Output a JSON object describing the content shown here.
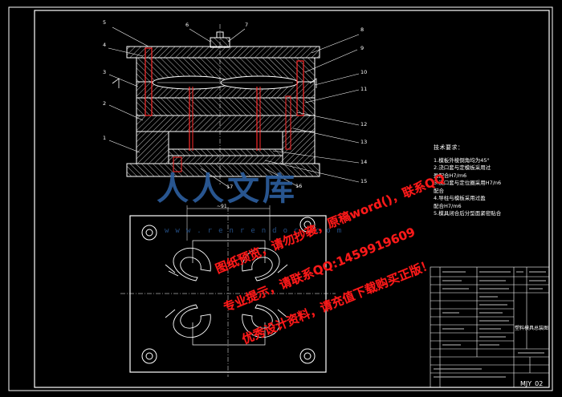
{
  "drawing": {
    "drawing_number": "MJY_02",
    "title_block_name": "塑料模具总装图",
    "dimension_label": "~91"
  },
  "technical_requirements": {
    "heading": "技术要求：",
    "lines": [
      "1.模板外棱倒角均为45°",
      "2.浇口套与定模板采用过",
      "  盈配合H7/m6",
      "3.浇口套与定位圈采用H7/n6",
      "  配合",
      "4.导柱与模板采用过盈",
      "  配合H7/m6",
      "5.模具闭合后分型面紧密贴合"
    ]
  },
  "balloons": [
    "5",
    "4",
    "3",
    "2",
    "1",
    "6",
    "7",
    "8",
    "9",
    "10",
    "11",
    "12",
    "13",
    "14",
    "15",
    "16",
    "17"
  ],
  "watermarks": {
    "logo_text": "人人文库",
    "site_text": "www.renrendoc.com",
    "red_line_1": "图纸预览，请勿抄袭，原稿word()，联系QQ",
    "red_line_2": "专业提示，请联系QQ:1459919609",
    "red_line_3": "优秀设计资料，请充值下载购买正版！"
  },
  "colors": {
    "background": "#000000",
    "frame": "#ffffff",
    "hatch": "#c8c8c8",
    "part_red": "#ff2a2a",
    "watermark_blue": "#2d5f9f",
    "watermark_red": "#ff1a1a"
  }
}
